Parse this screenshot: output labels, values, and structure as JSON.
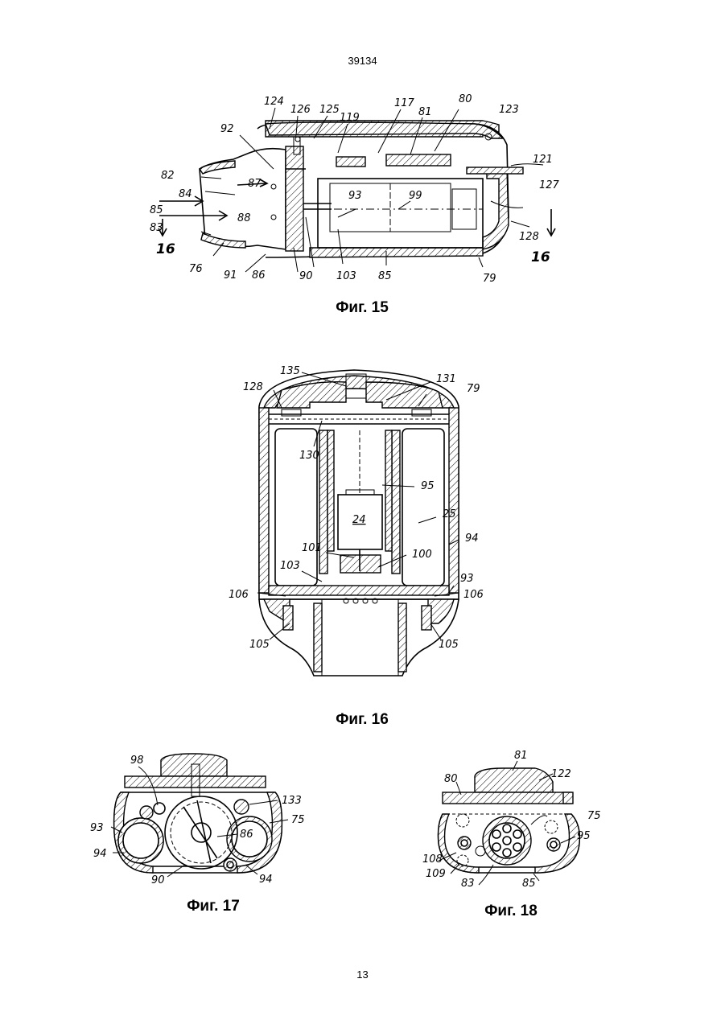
{
  "header": {
    "doc_number": "39134"
  },
  "footer": {
    "page_number": "13"
  },
  "figures": [
    {
      "caption": "Фиг. 15",
      "labels": [
        "124",
        "126",
        "125",
        "119",
        "117",
        "81",
        "80",
        "123",
        "92",
        "82",
        "87",
        "84",
        "85",
        "88",
        "83",
        "16",
        "76",
        "91",
        "86",
        "90",
        "103",
        "85",
        "79",
        "93",
        "99",
        "121",
        "127",
        "128",
        "16"
      ]
    },
    {
      "caption": "Фиг. 16",
      "labels": [
        "135",
        "131",
        "128",
        "79",
        "130",
        "95",
        "24",
        "25",
        "94",
        "101",
        "100",
        "103",
        "93",
        "106",
        "106",
        "105",
        "105"
      ]
    },
    {
      "caption": "Фиг. 17",
      "labels": [
        "98",
        "133",
        "75",
        "93",
        "86",
        "94",
        "90",
        "94"
      ]
    },
    {
      "caption": "Фиг. 18",
      "labels": [
        "81",
        "122",
        "80",
        "75",
        "95",
        "108",
        "109",
        "83",
        "85"
      ]
    }
  ]
}
